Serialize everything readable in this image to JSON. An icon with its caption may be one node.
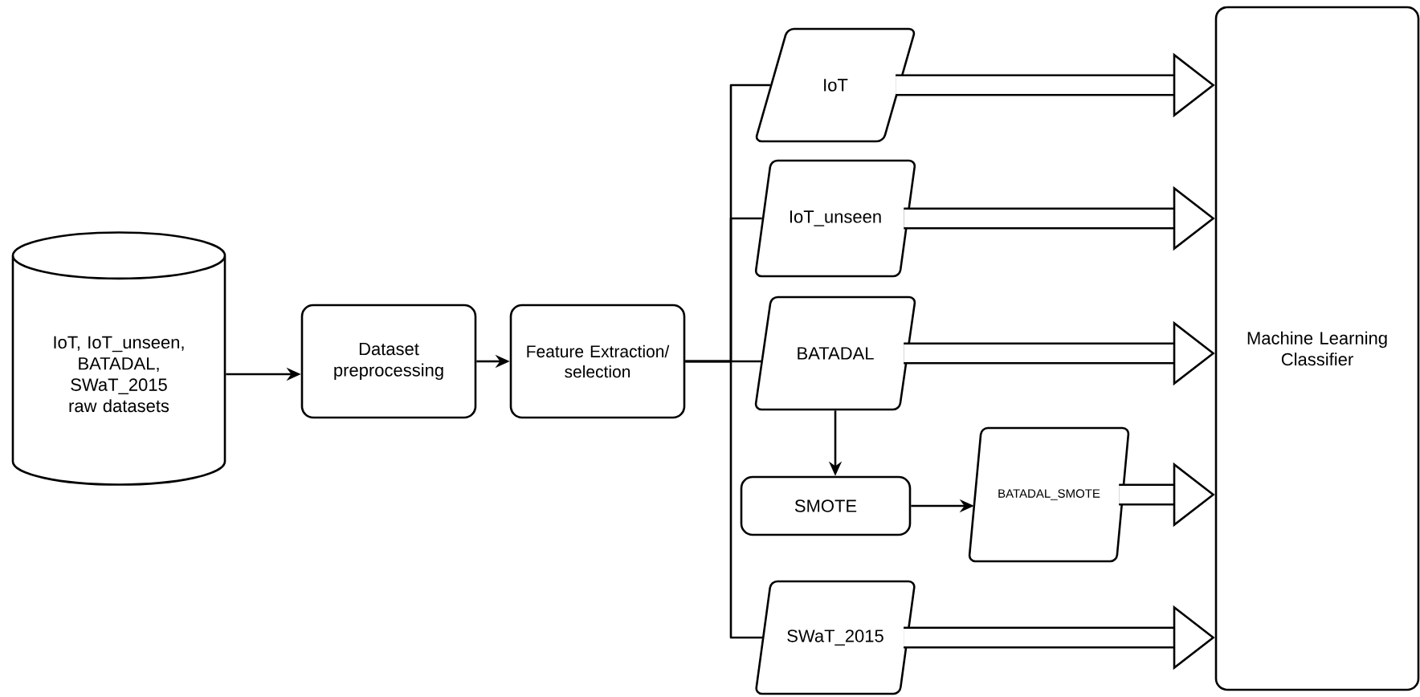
{
  "diagram": {
    "nodes": [
      {
        "text": [
          "IoT, IoT_unseen, BATADAL, SWaT_2015 raw datasets"
        ]
      },
      {
        "text": [
          "Dataset preprocessing"
        ]
      },
      {
        "text": [
          "Feature Extraction/ selection"
        ]
      },
      {
        "text": [
          "IoT"
        ]
      },
      {
        "text": [
          "IoT_unseen"
        ]
      },
      {
        "text": [
          "BATADAL"
        ]
      },
      {
        "text": [
          "SMOTE"
        ]
      },
      {
        "text": [
          "BATADAL_SMOTE"
        ]
      },
      {
        "text": [
          "SWaT_2015"
        ]
      },
      {
        "text": [
          "Machine Learning Classifier"
        ]
      }
    ],
    "edges": [
      {
        "from": 0,
        "to": 1,
        "arrow": "to"
      },
      {
        "from": 1,
        "to": 2,
        "arrow": "to"
      },
      {
        "from": 2,
        "to": 3,
        "arrow": "none"
      },
      {
        "from": 2,
        "to": 4,
        "arrow": "none"
      },
      {
        "from": 2,
        "to": 5,
        "arrow": "none"
      },
      {
        "from": 2,
        "to": 8,
        "arrow": "none"
      },
      {
        "from": 5,
        "to": 6,
        "arrow": "to"
      },
      {
        "from": 6,
        "to": 7,
        "arrow": "to"
      },
      {
        "from": 3,
        "to": 9,
        "arrow": "to",
        "style": "thick"
      },
      {
        "from": 4,
        "to": 9,
        "arrow": "to",
        "style": "thick"
      },
      {
        "from": 5,
        "to": 9,
        "arrow": "to",
        "style": "thick"
      },
      {
        "from": 7,
        "to": 9,
        "arrow": "to",
        "style": "thick"
      },
      {
        "from": 8,
        "to": 9,
        "arrow": "to",
        "style": "thick"
      }
    ]
  }
}
